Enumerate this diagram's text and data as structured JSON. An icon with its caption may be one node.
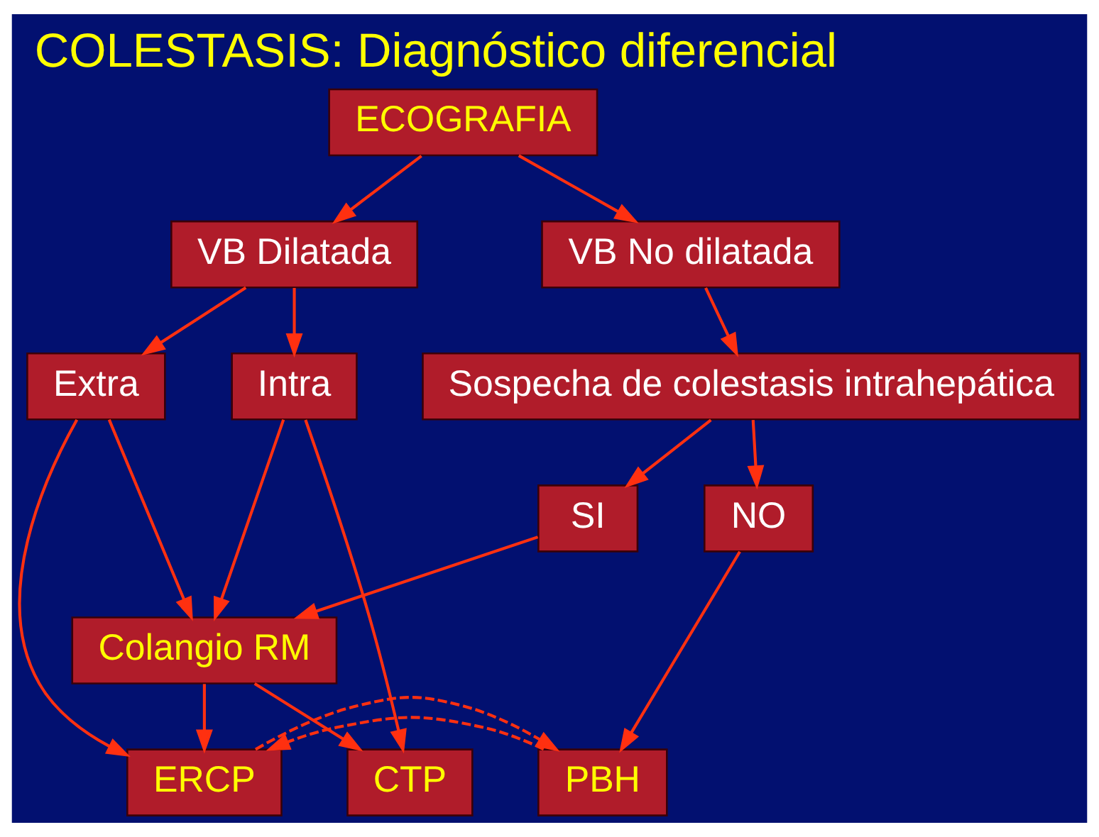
{
  "diagram": {
    "title": "COLESTASIS: Diagnóstico diferencial",
    "nodes": [
      {
        "text": [
          "ECOGRAFIA"
        ]
      },
      {
        "text": [
          "VB Dilatada"
        ]
      },
      {
        "text": [
          "VB No dilatada"
        ]
      },
      {
        "text": [
          "Intra"
        ]
      },
      {
        "text": [
          "Extra"
        ]
      },
      {
        "text": [
          "Sospecha de colestasis intrahepática"
        ]
      },
      {
        "text": [
          "SI"
        ]
      },
      {
        "text": [
          "NO"
        ]
      },
      {
        "text": [
          "Colangio RM"
        ]
      },
      {
        "text": [
          "CTP"
        ]
      },
      {
        "text": [
          "ERCP"
        ]
      },
      {
        "text": [
          "PBH"
        ]
      }
    ],
    "edges": [
      {
        "from": 0,
        "to": 1,
        "arrow": "to"
      },
      {
        "from": 0,
        "to": 2,
        "arrow": "to"
      },
      {
        "from": 1,
        "to": 3,
        "arrow": "to"
      },
      {
        "from": 1,
        "to": 4,
        "arrow": "to"
      },
      {
        "from": 2,
        "to": 5,
        "arrow": "to"
      },
      {
        "from": 5,
        "to": 6,
        "arrow": "to"
      },
      {
        "from": 5,
        "to": 7,
        "arrow": "to"
      },
      {
        "from": 3,
        "to": 9,
        "arrow": "to"
      },
      {
        "from": 3,
        "to": 8,
        "arrow": "to"
      },
      {
        "from": 4,
        "to": 8,
        "arrow": "to"
      },
      {
        "from": 4,
        "to": 10,
        "arrow": "to"
      },
      {
        "from": 6,
        "to": 8,
        "arrow": "to"
      },
      {
        "from": 8,
        "to": 9,
        "arrow": "to"
      },
      {
        "from": 8,
        "to": 10,
        "arrow": "to"
      },
      {
        "from": 7,
        "to": 11,
        "arrow": "to"
      },
      {
        "from": 11,
        "to": 10,
        "arrow": "to",
        "style": "dashed"
      },
      {
        "from": 10,
        "to": 11,
        "arrow": "to",
        "style": "dashed"
      }
    ]
  }
}
